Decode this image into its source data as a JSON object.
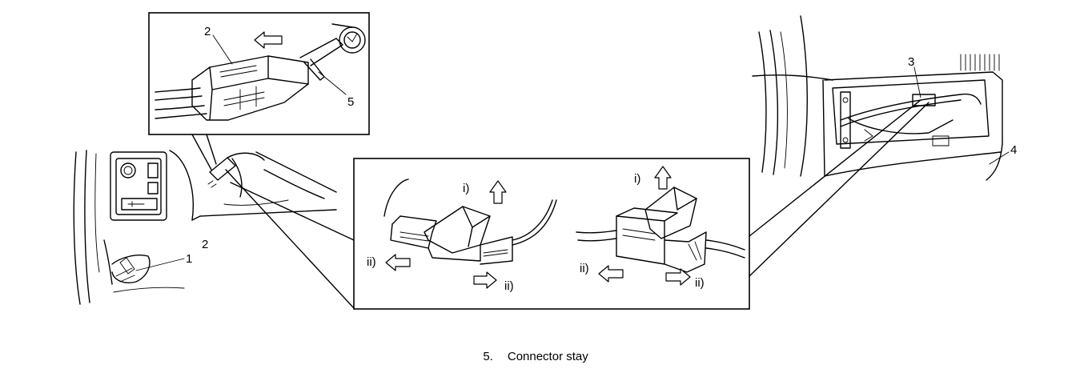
{
  "labels": {
    "top_left_2": "2",
    "top_5": "5",
    "left_2": "2",
    "left_1": "1",
    "right_3": "3",
    "right_4": "4",
    "c1_i": "i)",
    "c1_ii_left": "ii)",
    "c1_ii_right": "ii)",
    "c2_i": "i)",
    "c2_ii_left": "ii)",
    "c2_ii_right": "ii)"
  },
  "caption": {
    "number": "5.",
    "text": "Connector stay"
  }
}
